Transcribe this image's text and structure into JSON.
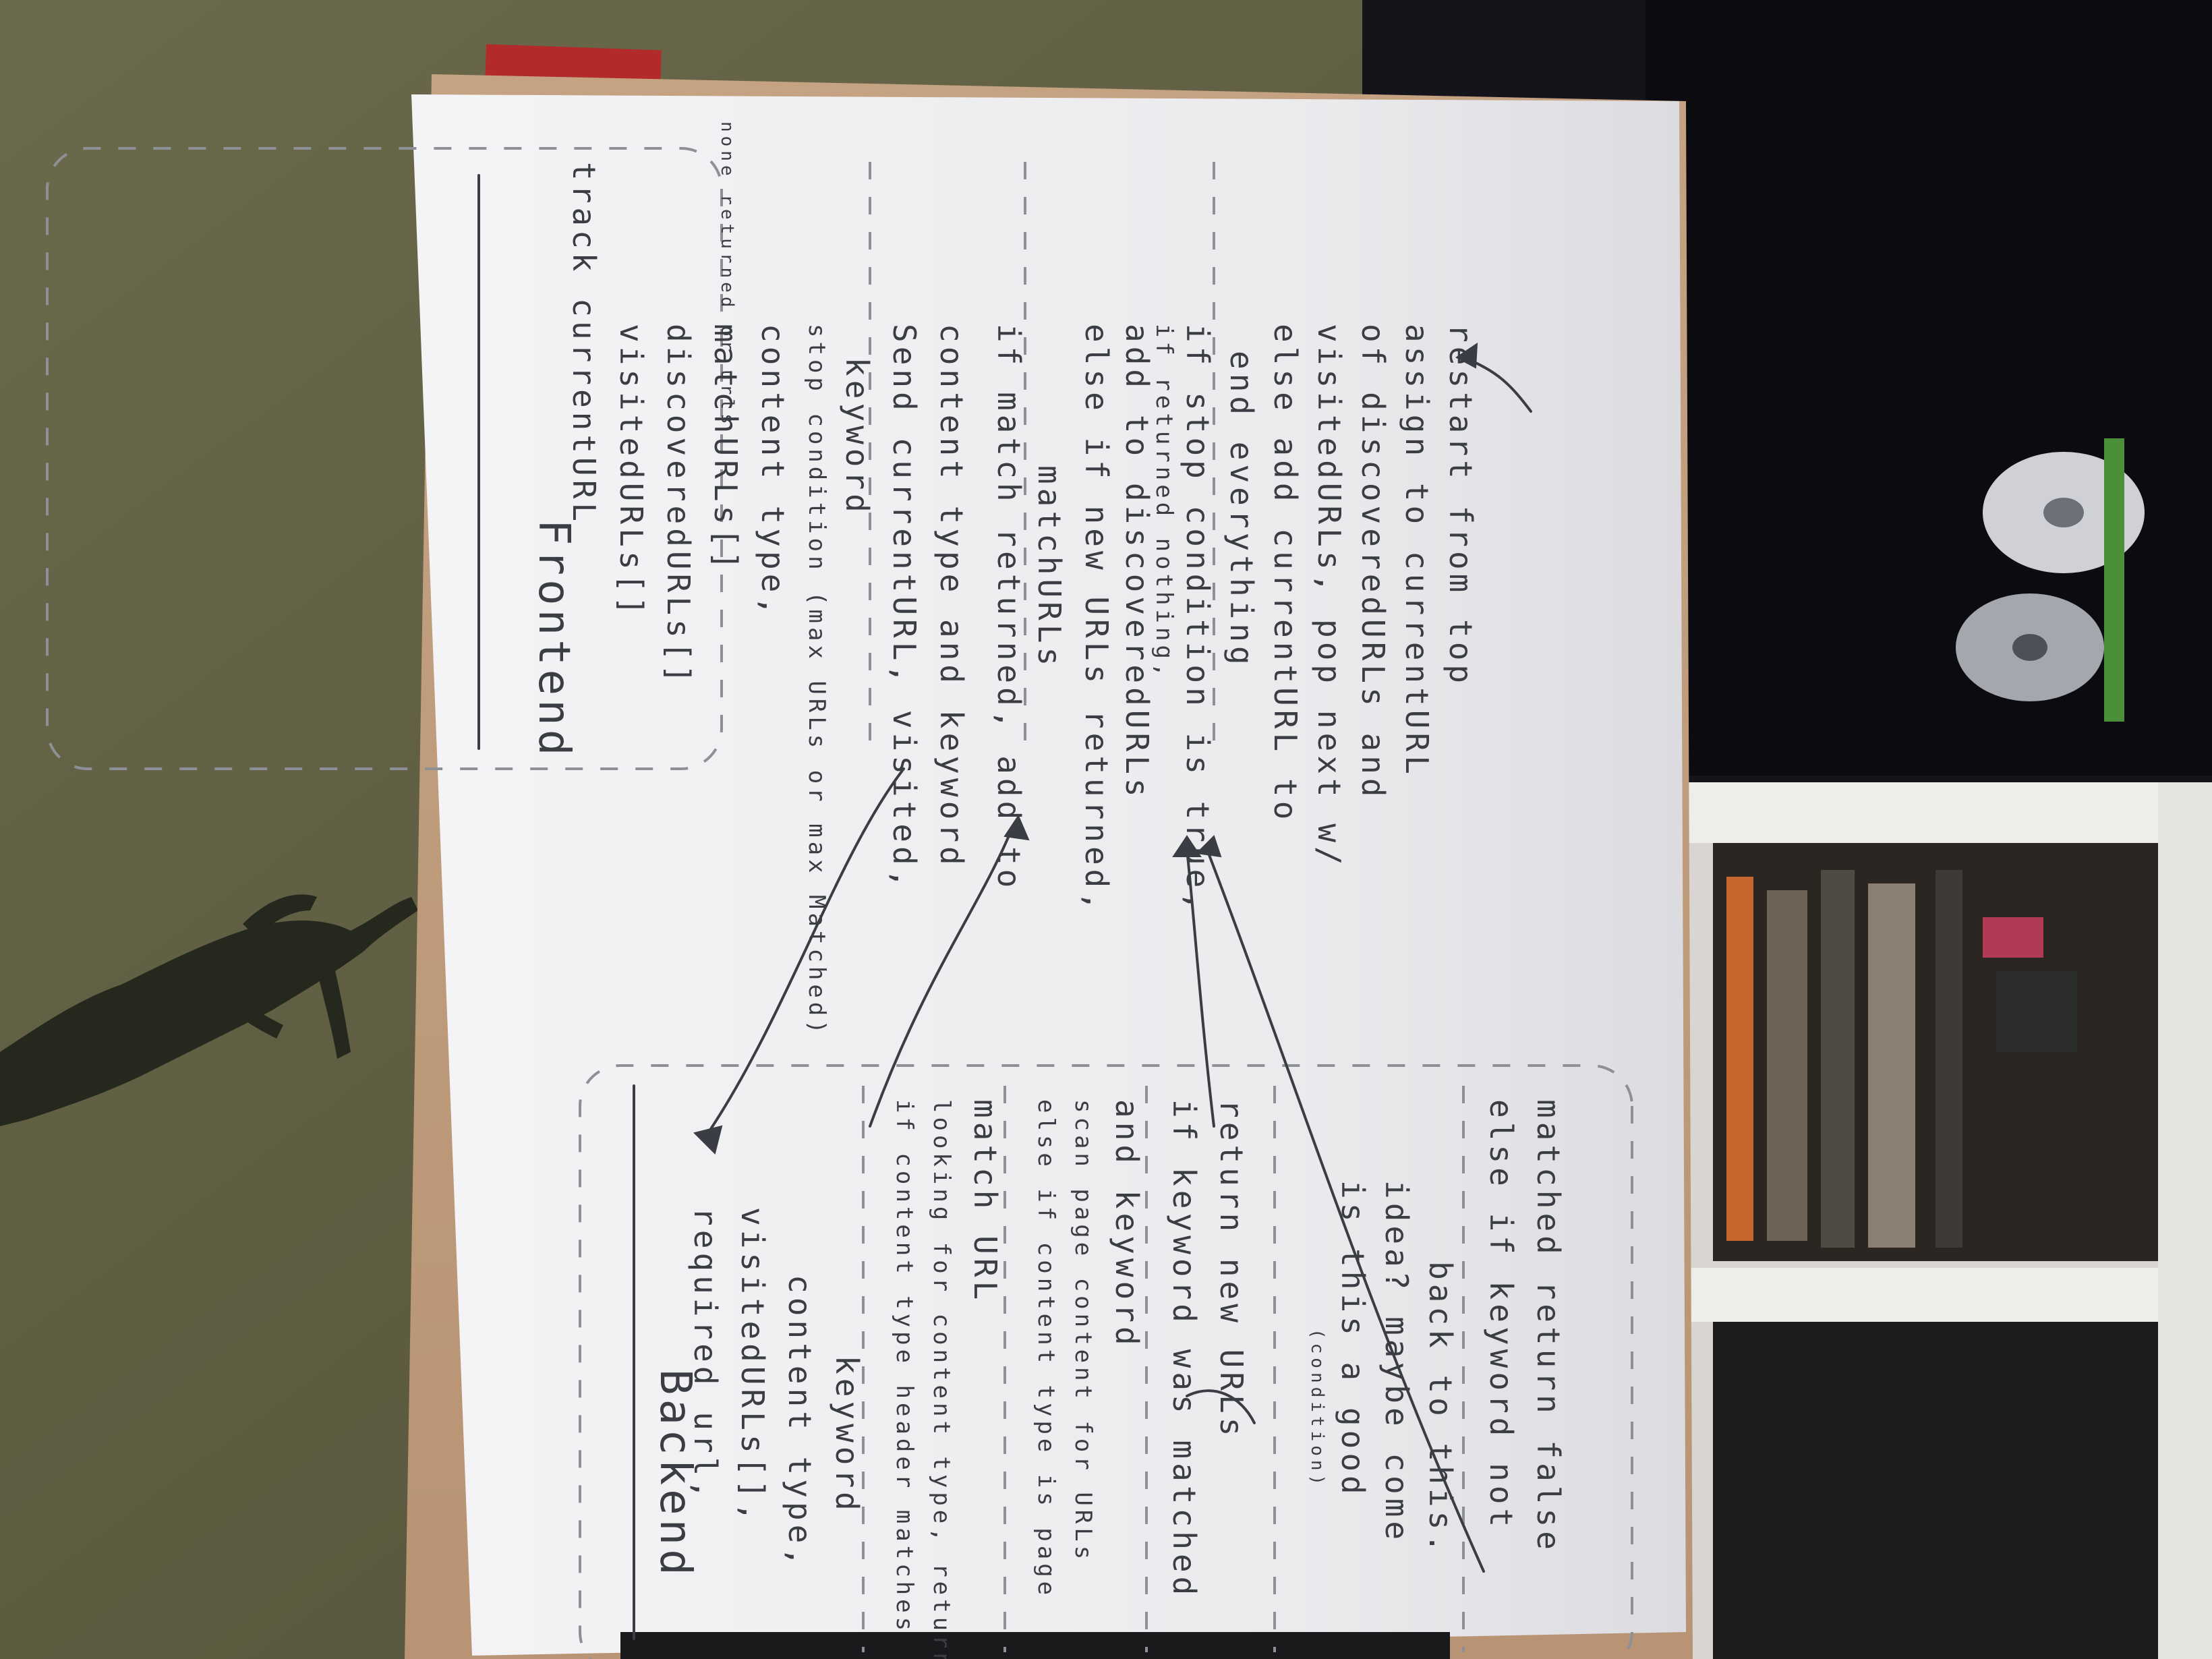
{
  "scene": {
    "colors": {
      "wall": "#6b6a4c",
      "wall_dark": "#3c3a29",
      "board": "#c9a98a",
      "paper": "#eeeef0",
      "ink": "#3a3d44",
      "shelf": "#e8e6e4",
      "monitor": "#14141a"
    }
  },
  "sheet": {
    "frontend": {
      "title": "Frontend",
      "lines": [
        "track currentURL",
        "visitedURLs[]",
        "discoveredURLs[]",
        "matchURLs[]",
        "content type,",
        "stop condition (max URLs or max Matched)",
        "keyword",
        "none returned or urls",
        "Send currentURL, visited,",
        "content type and keyword",
        "if match returned, add to",
        "matchURLs",
        "else if new URLs returned,",
        "add to discoveredURLs",
        "if returned nothing,",
        "if stop condition is true,",
        "end everything",
        "else add currentURL to",
        "visitedURLs, pop next w/",
        "of discoveredURLs and",
        "assign to currentURL",
        "restart from top"
      ]
    },
    "backend": {
      "title": "Backend",
      "lines": [
        "required url,",
        "visitedURLs[],",
        "content type,",
        "keyword",
        "if content type header matches",
        "looking for content type, return",
        "match URL",
        "else if content type is page",
        "scan page content for URLs",
        "and keyword",
        "if keyword was matched",
        "return new URLs",
        "(condition)",
        "is this a good",
        "idea? maybe come",
        "back to this.",
        "else if keyword not",
        "matched return false"
      ]
    }
  }
}
